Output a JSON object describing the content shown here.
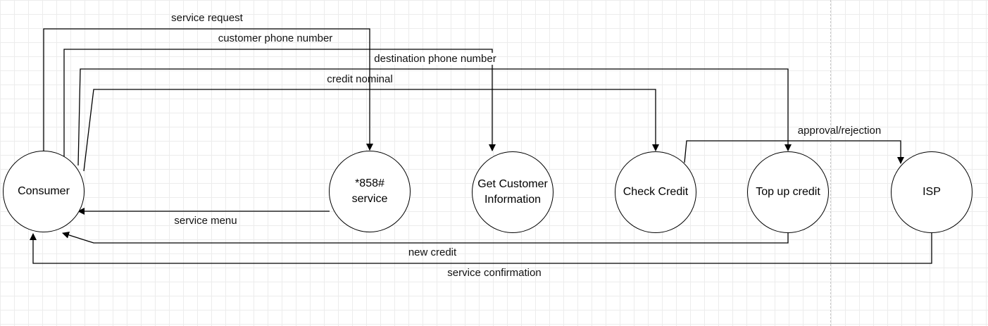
{
  "diagram": {
    "nodes": {
      "consumer": "Consumer",
      "service858": "*858#\nservice",
      "get_customer_info": "Get Customer\nInformation",
      "check_credit": "Check Credit",
      "topup_credit": "Top up credit",
      "isp": "ISP"
    },
    "edges": {
      "service_request": "service request",
      "customer_phone_number": "customer phone number",
      "destination_phone_number": "destination phone number",
      "credit_nominal": "credit nominal",
      "approval_rejection": "approval/rejection",
      "service_menu": "service menu",
      "new_credit": "new credit",
      "service_confirmation": "service confirmation"
    },
    "colors": {
      "line": "#000000",
      "grid": "#ececec",
      "background": "#ffffff"
    }
  }
}
